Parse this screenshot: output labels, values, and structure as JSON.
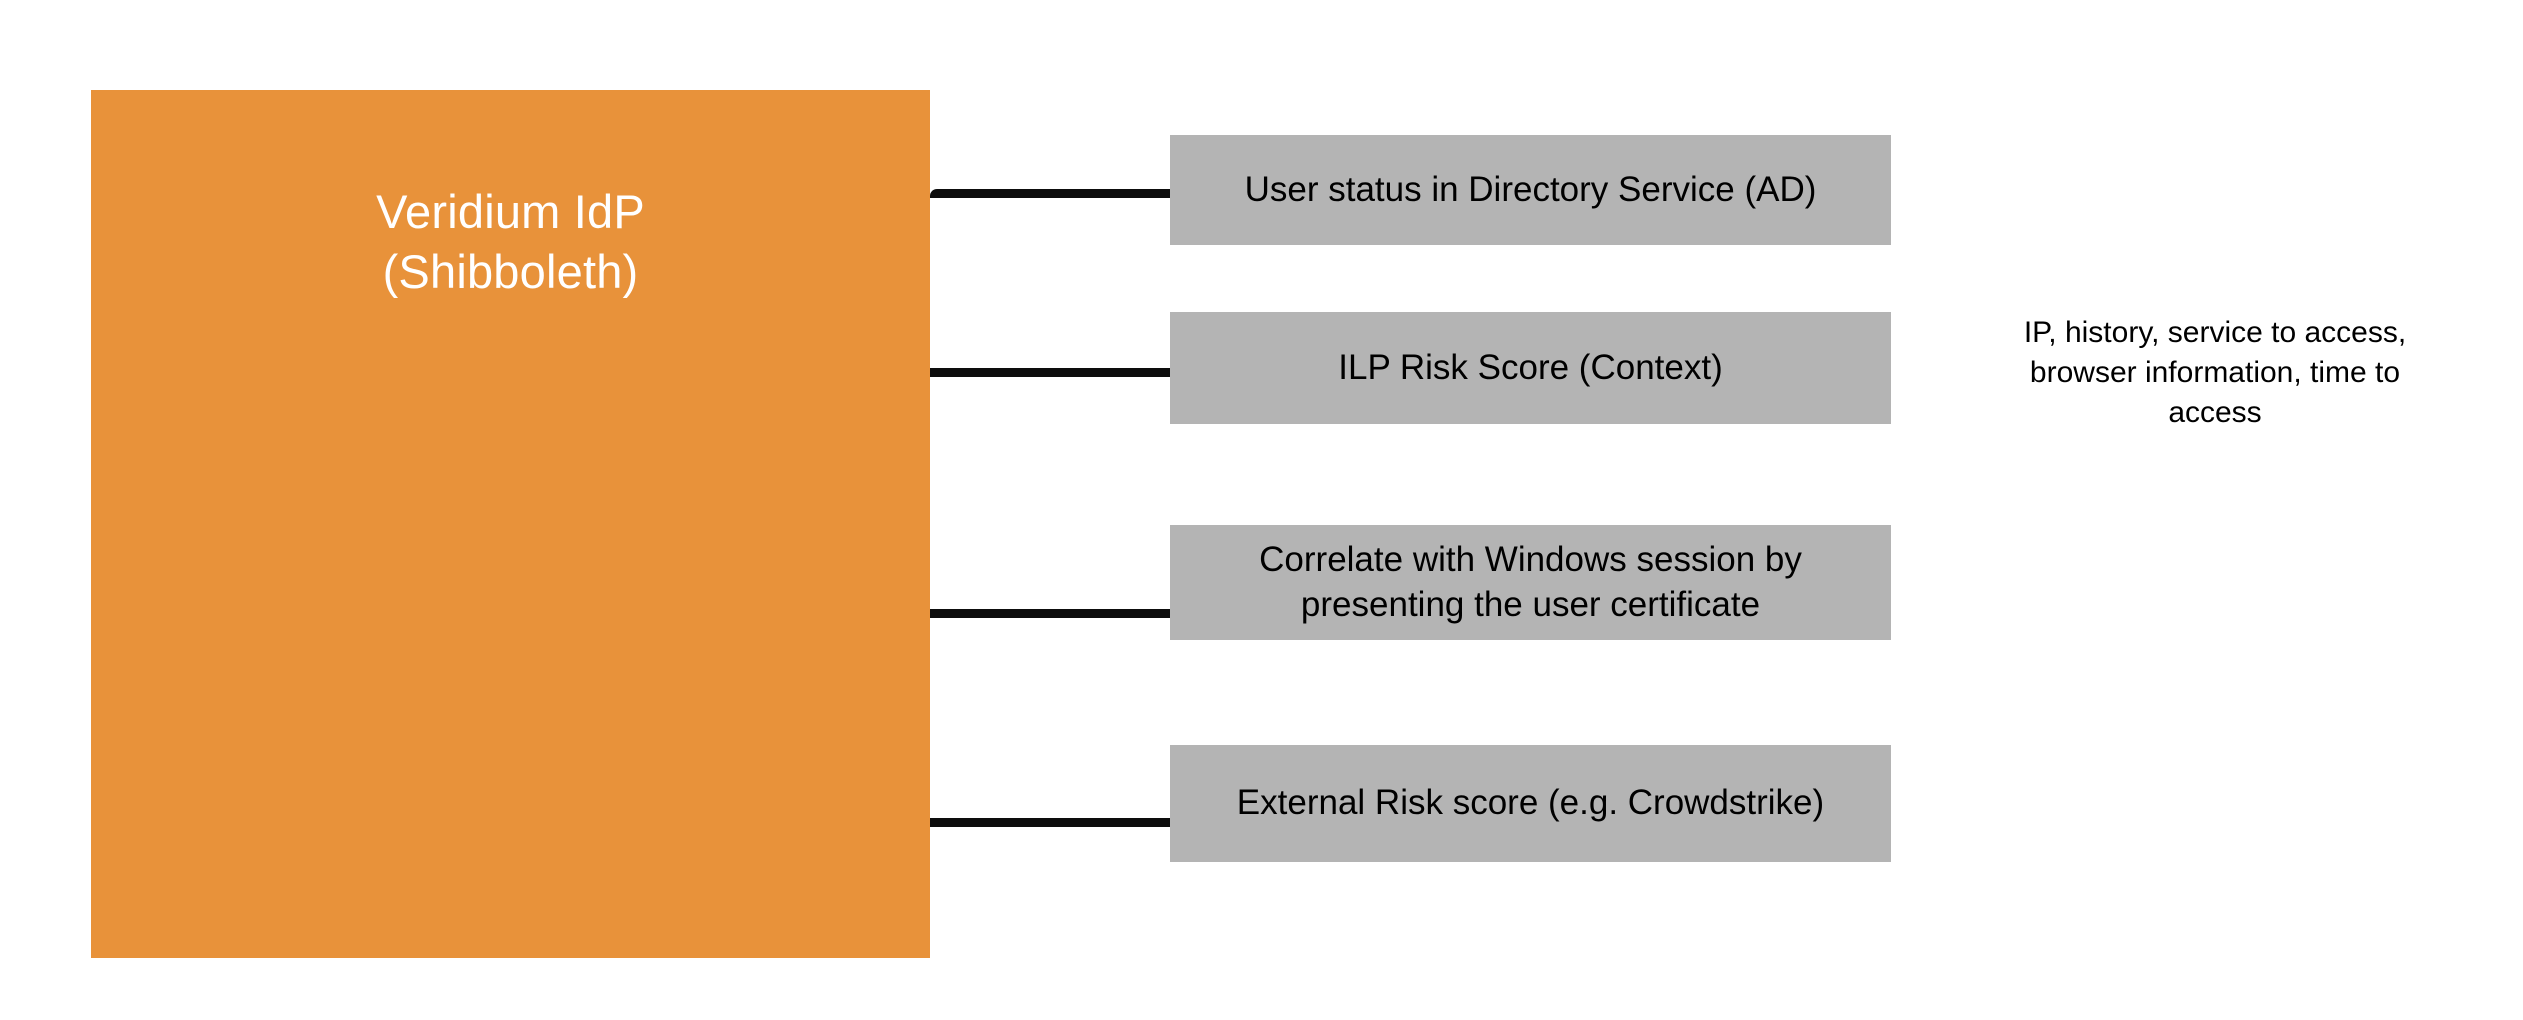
{
  "diagram": {
    "background_color": "#ffffff",
    "idp_node": {
      "name": "Veridium IdP\n(Shibboleth)",
      "fill_color": "#e8923a",
      "text_color": "#ffffff"
    },
    "attribute_boxes": [
      {
        "label": "User status in Directory Service (AD)",
        "fill_color": "#b4b4b4",
        "text_color": "#000000"
      },
      {
        "label": "ILP Risk Score (Context)",
        "fill_color": "#b4b4b4",
        "text_color": "#000000"
      },
      {
        "label": "Correlate with Windows session by\npresenting the user certificate",
        "fill_color": "#b4b4b4",
        "text_color": "#000000"
      },
      {
        "label": "External Risk score (e.g. Crowdstrike)",
        "fill_color": "#b4b4b4",
        "text_color": "#000000"
      }
    ],
    "connector_color": "#0d0d0d",
    "annotation": {
      "text": "IP, history, service to access,\nbrowser information, time to\naccess",
      "text_color": "#000000"
    }
  }
}
